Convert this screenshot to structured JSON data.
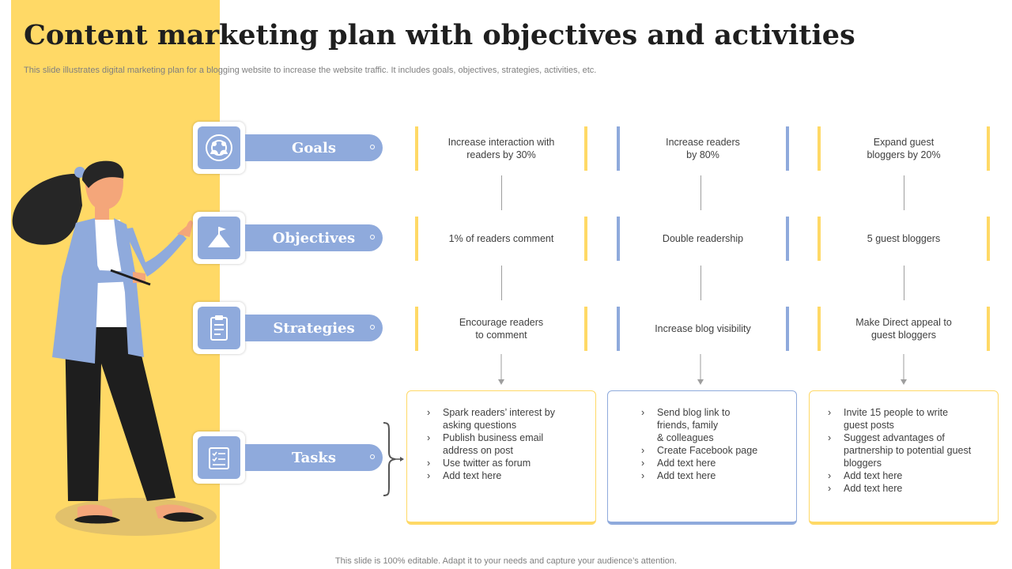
{
  "slide": {
    "title": "Content marketing plan with objectives and activities",
    "subtitle": "This slide illustrates digital marketing plan for a blogging website to increase the website traffic. It includes goals, objectives, strategies, activities, etc.",
    "footer": "This slide is 100% editable. Adapt it to your needs and capture your audience’s attention."
  },
  "colors": {
    "yellow": "#ffd966",
    "blue": "#8faadc",
    "text": "#404040"
  },
  "rows": [
    {
      "label": "Goals",
      "icon": "target-people-icon"
    },
    {
      "label": "Objectives",
      "icon": "mountain-flag-icon"
    },
    {
      "label": "Strategies",
      "icon": "clipboard-icon"
    },
    {
      "label": "Tasks",
      "icon": "checklist-icon"
    }
  ],
  "columns": [
    {
      "goal": "Increase interaction with\nreaders  by 30%",
      "objective": "1% of readers  comment",
      "strategy": "Encourage readers\nto comment",
      "tasks": [
        "Spark readers’ interest by\nasking questions",
        "Publish business email\naddress on post",
        "Use twitter as forum",
        "Add text here"
      ]
    },
    {
      "goal": "Increase readers\nby 80%",
      "objective": "Double readership",
      "strategy": "Increase blog visibility",
      "tasks": [
        "Send blog link to\nfriends, family\n& colleagues",
        "Create Facebook page",
        "Add text here",
        "Add text here"
      ]
    },
    {
      "goal": "Expand guest\nbloggers by 20%",
      "objective": "5 guest bloggers",
      "strategy": "Make Direct appeal to\nguest bloggers",
      "tasks": [
        "Invite 15 people to write\nguest posts",
        "Suggest advantages  of\npartnership to potential guest\nbloggers",
        "Add text here",
        "Add text here"
      ]
    }
  ]
}
